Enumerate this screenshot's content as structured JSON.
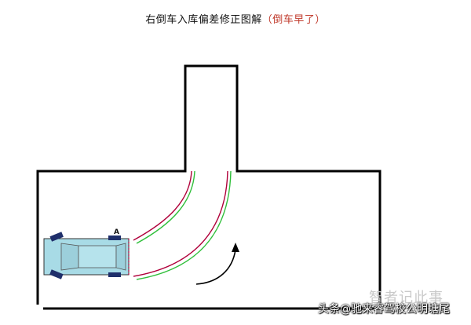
{
  "title": {
    "main": "右倒车入库偏差修正图解",
    "subtitle": "（倒车早了）"
  },
  "diagram": {
    "point_label": "A",
    "colors": {
      "walls": "#000000",
      "car_fill": "#a8dbe6",
      "car_outline": "#333333",
      "wheels": "#1f2f6b",
      "path_red": "#b0003a",
      "path_green": "#2fbf3a",
      "arrow": "#000000"
    }
  },
  "watermark": {
    "back_text": "智者记此事",
    "front_text": "头条@驰来睿驾校公明塘尾"
  }
}
